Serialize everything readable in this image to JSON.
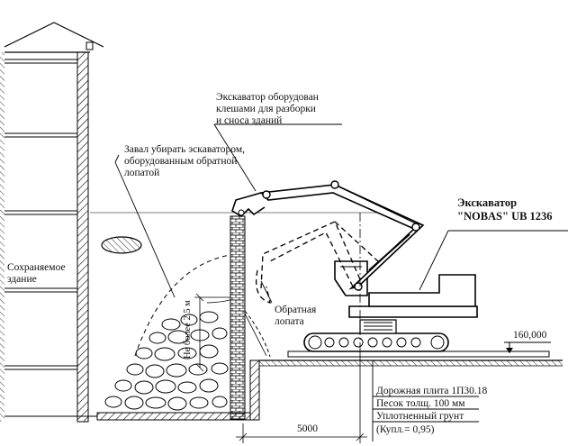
{
  "labels": {
    "excavator_claws": [
      "Экскаватор оборудован",
      "клешами для разборки",
      "и сноса зданий"
    ],
    "rubble_note": [
      "Завал убирать эскаватором,",
      "оборудованным обратной",
      "лопатой"
    ],
    "excavator_model": [
      "Экскаватор",
      "\"NOBAS\" UB 1236"
    ],
    "preserved_building": [
      "Сохраняемое",
      "здание"
    ],
    "backhoe": [
      "Обратная",
      "лопата"
    ],
    "height_limit": "Не более 2,5 м",
    "elevation": "160,000",
    "distance": "5000",
    "road_layers": [
      "Дорожная плита 1П30.18",
      "Песок толщ. 100 мм",
      "Уплотненный грунт",
      "(Купл.= 0,95)"
    ]
  }
}
